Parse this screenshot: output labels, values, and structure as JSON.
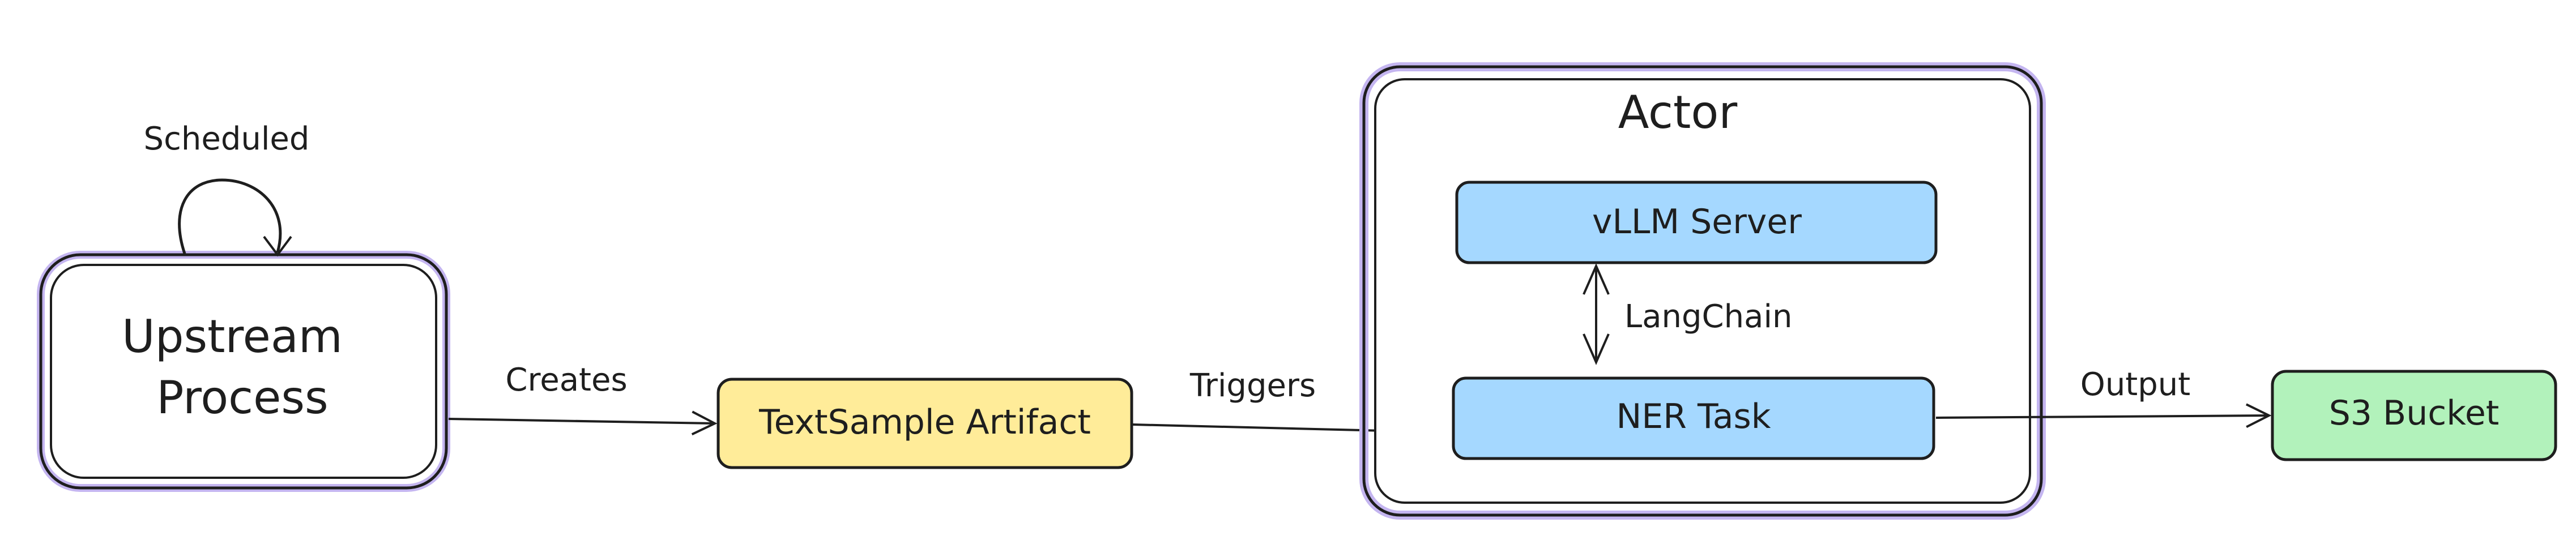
{
  "nodes": {
    "upstream": {
      "line1": "Upstream",
      "line2": "Process"
    },
    "artifact": {
      "label": "TextSample Artifact"
    },
    "actor": {
      "label": "Actor"
    },
    "vllm": {
      "label": "vLLM Server"
    },
    "ner": {
      "label": "NER Task"
    },
    "s3": {
      "label": "S3 Bucket"
    }
  },
  "edges": {
    "scheduled": "Scheduled",
    "creates": "Creates",
    "triggers": "Triggers",
    "langchain": "LangChain",
    "output": "Output"
  },
  "colors": {
    "stroke": "#1e1e1e",
    "container_outline": "#c4b5f0",
    "artifact_fill": "#ffec99",
    "blue_fill": "#a5d8ff",
    "green_fill": "#b2f2bb"
  }
}
